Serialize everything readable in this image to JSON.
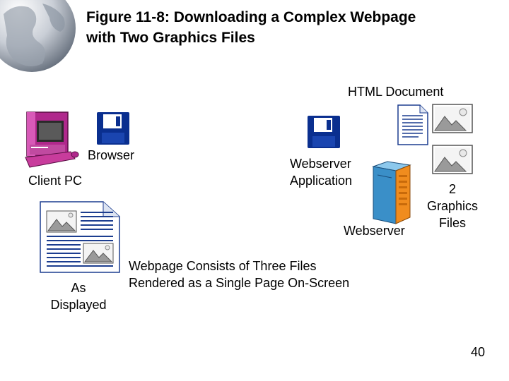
{
  "slide": {
    "title_line1": "Figure 11-8: Downloading a Complex Webpage",
    "title_line2": "with Two Graphics Files",
    "page_number": "40"
  },
  "labels": {
    "html_document": "HTML Document",
    "browser": "Browser",
    "client_pc": "Client PC",
    "webserver_app_line1": "Webserver",
    "webserver_app_line2": "Application",
    "graphics_line1": "2",
    "graphics_line2": "Graphics",
    "graphics_line3": "Files",
    "webserver": "Webserver",
    "as_displayed_line1": "As",
    "as_displayed_line2": "Displayed",
    "caption_line1": "Webpage Consists of Three Files",
    "caption_line2": "Rendered as a Single Page On-Screen"
  },
  "colors": {
    "pc_purple": "#b0288c",
    "floppy_blue": "#0a2f8f",
    "server_blue": "#3a8fc8",
    "server_orange": "#f08c1e",
    "document_blue": "#1c3d8f"
  }
}
